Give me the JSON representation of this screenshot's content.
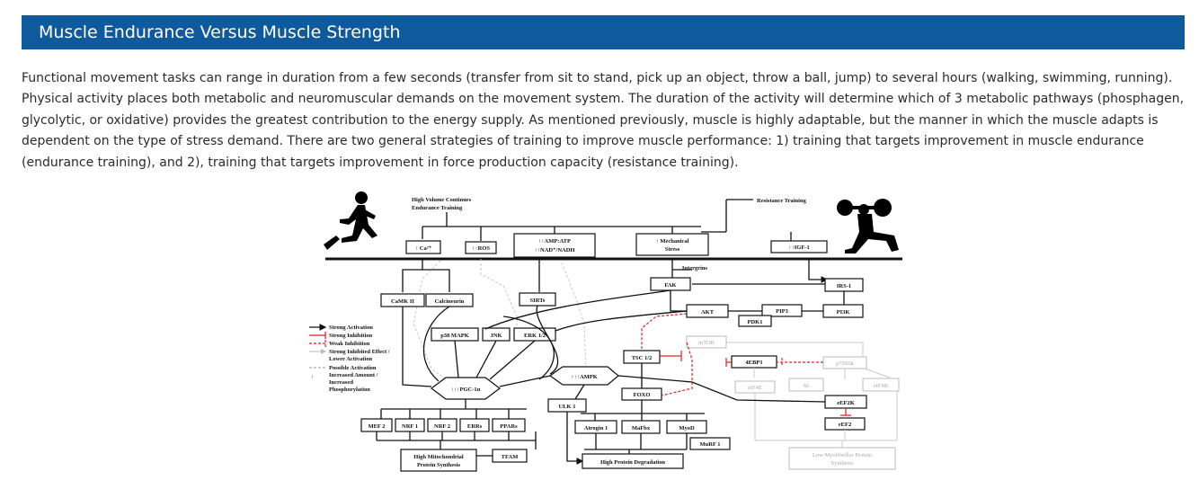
{
  "header": {
    "title": "Muscle Endurance Versus Muscle Strength"
  },
  "intro": "Functional movement tasks can range in duration from a few seconds (transfer from sit to stand, pick up an object, throw a ball, jump) to several hours (walking, swimming, running). Physical activity places both metabolic and neuromuscular demands on the movement system. The duration of the activity will determine which of 3 metabolic pathways (phosphagen, glycolytic, or oxidative) provides the greatest contribution to the energy supply. As mentioned previously, muscle is highly adaptable, but the manner in which the muscle adapts is dependent on the type of stress demand. There are two general strategies of training to improve muscle performance: 1) training that targets improvement in muscle endurance (endurance training), and 2), training that targets improvement in force production capacity (resistance training).",
  "figure": {
    "endurance_title_1": "High Volume Continues",
    "endurance_title_2": "Endurance Training",
    "resistance_title": "Resistance Training",
    "ca": "↑ Ca²⁺",
    "ros": "↑↑ROS",
    "amp_1": "↑↑AMP:ATP",
    "amp_2": "↑↑NAD⁺/NADH",
    "mech_1": "↑ Mechanical",
    "mech_2": "Stress",
    "igf": "↑↑IGF-1",
    "integrins": "Intergrins",
    "fak": "FAK",
    "irs": "IRS-1",
    "camk": "CaMK II",
    "calcineurin": "Calcineurin",
    "sirt": "SIRTs",
    "akt": "AKT",
    "pip3": "PIP3",
    "pi3k": "PI3K",
    "pdk1": "PDK1",
    "p38": "p38 MAPK",
    "jnk": "JNK",
    "erk": "ERK 1/2",
    "mtor": "mTOR",
    "tsc": "TSC 1/2",
    "ebp1": "4EBP1",
    "p70": "p70S6k",
    "eif4e": "eIF4E",
    "s6": "S6",
    "eif4b": "eIF4B",
    "eef2k": "eEF2K",
    "eef2": "eEF2",
    "ampk": "↑↑↑AMPK",
    "pgc": "↑↑↑PGC-1α",
    "foxo": "FOXO",
    "ulk": "ULK 1",
    "atrogin": "Atrogin 1",
    "mafbx": "MaFbx",
    "myod": "MyoD",
    "murf": "MuRF 1",
    "mef2": "MEF 2",
    "nrf1": "NRF 1",
    "nrf2": "NRF 2",
    "errs": "ERRs",
    "ppars": "PPARs",
    "tfam": "TFAM",
    "mito_1": "High Mitochondrial",
    "mito_2": "Protein Synthesis",
    "degr": "High Protein Degradation",
    "myo_1": "Low Myofibrillar Protein",
    "myo_2": "Synthesis",
    "legend": {
      "strong_act": "Strong Activation",
      "strong_inh": "Strong Inhibition",
      "weak_inh": "Weak Inhibition",
      "strong_inh_eff_1": "Strong Inhibited Effect /",
      "strong_inh_eff_2": "Lower Activation",
      "possible": "Possible Activation",
      "inc_1": "Increased Amount /",
      "inc_2": "Increased",
      "inc_3": "Phosphorylation"
    }
  }
}
